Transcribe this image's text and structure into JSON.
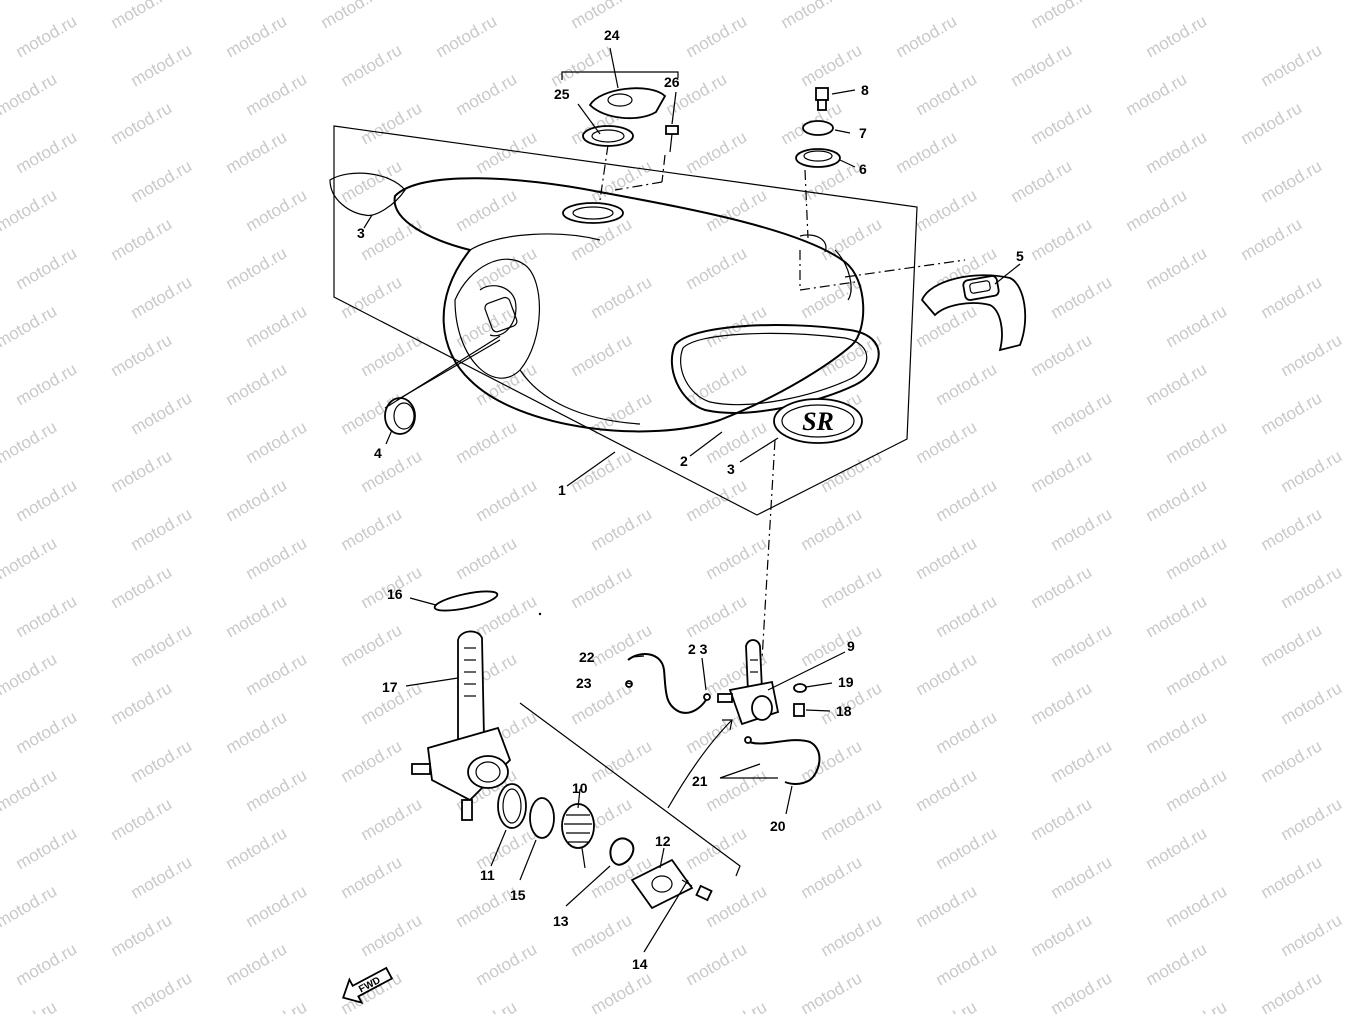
{
  "watermark": "motod.ru",
  "labels": {
    "p1": "1",
    "p2": "2",
    "p3a": "3",
    "p3b": "3",
    "p4": "4",
    "p5": "5",
    "p6": "6",
    "p7": "7",
    "p8": "8",
    "p9": "9",
    "p10": "10",
    "p11": "11",
    "p12": "12",
    "p13": "13",
    "p14": "14",
    "p15": "15",
    "p16": "16",
    "p17": "17",
    "p18": "18",
    "p19": "19",
    "p20": "20",
    "p21": "21",
    "p22": "22",
    "p23a": "23",
    "p23b": "2 3",
    "p24": "24",
    "p25": "25",
    "p26": "26"
  },
  "emblem_text": "SR",
  "fwd_text": "FWD"
}
